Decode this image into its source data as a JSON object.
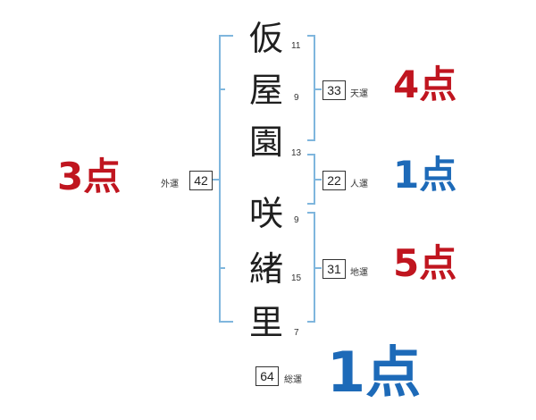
{
  "name": {
    "chars": [
      {
        "char": "仮",
        "strokes": "11"
      },
      {
        "char": "屋",
        "strokes": "9"
      },
      {
        "char": "園",
        "strokes": "13"
      },
      {
        "char": "咲",
        "strokes": "9"
      },
      {
        "char": "緒",
        "strokes": "15"
      },
      {
        "char": "里",
        "strokes": "7"
      }
    ]
  },
  "fortunes": {
    "tenun": {
      "label": "天運",
      "value": "33",
      "score": "4点"
    },
    "jinun": {
      "label": "人運",
      "value": "22",
      "score": "1点"
    },
    "chiun": {
      "label": "地運",
      "value": "31",
      "score": "5点"
    },
    "gaiun": {
      "label": "外運",
      "value": "42",
      "score": "3点"
    },
    "souun": {
      "label": "総運",
      "value": "64",
      "score": "1点"
    }
  },
  "colors": {
    "bracket": "#7fb6dd",
    "good": "#c0151f",
    "bad": "#1d6ab8"
  }
}
